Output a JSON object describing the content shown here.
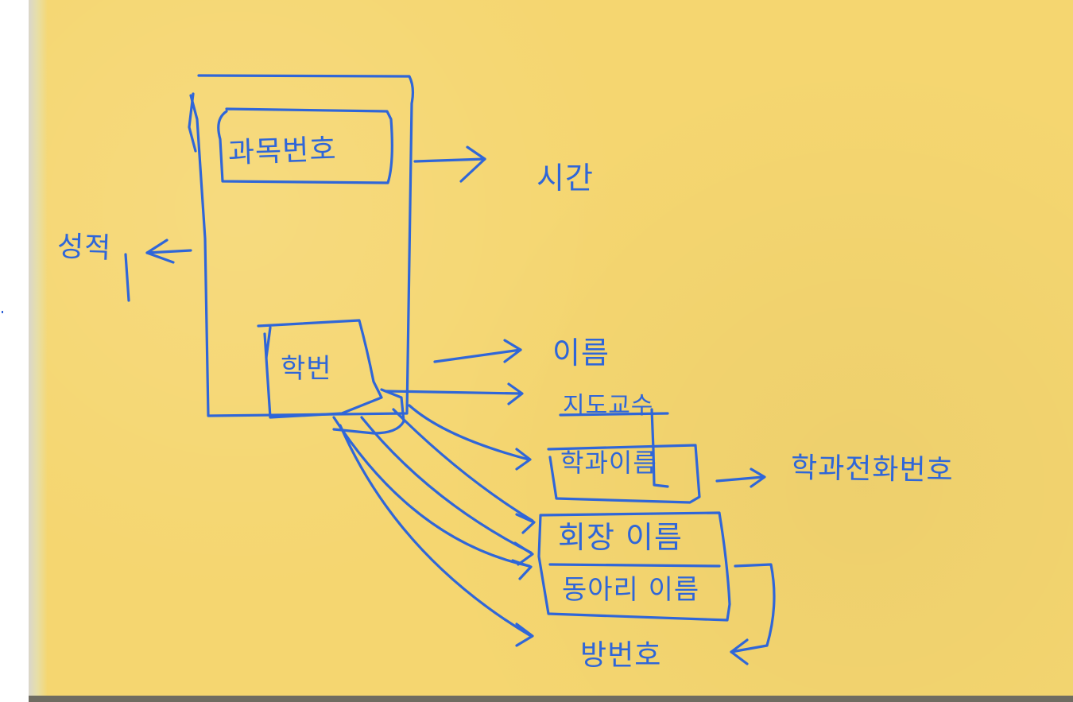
{
  "diagram": {
    "labels": {
      "course_number": "과목번호",
      "time": "시간",
      "grade": "성적",
      "student_number": "학번",
      "name": "이름",
      "major": "지도교수",
      "department_name": "학과이름",
      "department_phone": "학과전화번호",
      "president_name": "회장 이름",
      "club_name": "동아리 이름",
      "room_number": "방번호"
    },
    "colors": {
      "ink": "#2f66d8",
      "paper": "#f5d670",
      "bottom_bar": "#6f6c61"
    }
  }
}
